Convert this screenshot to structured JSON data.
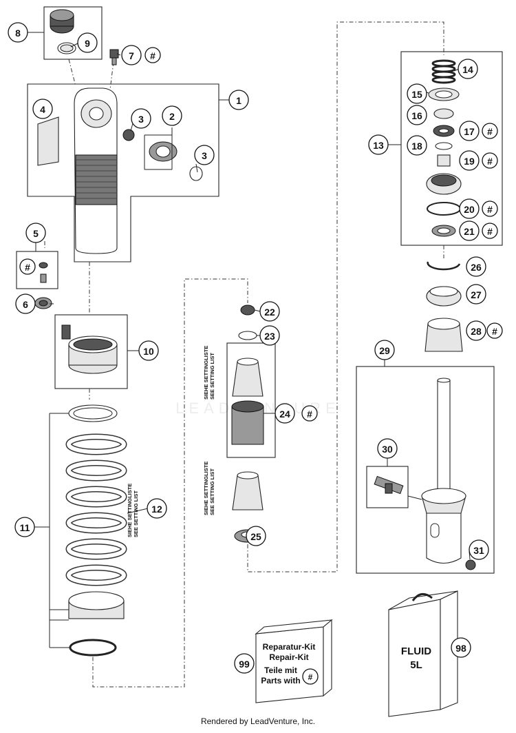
{
  "watermark": "LEADVENTURE",
  "footer": "Rendered by LeadVenture, Inc.",
  "notes": {
    "setting_list_de": "SIEHE SETTINGLISTE",
    "setting_list_en": "SEE SETTING LIST"
  },
  "kit": {
    "title_de": "Reparatur-Kit",
    "title_en": "Repair-Kit",
    "parts_de": "Teile mit",
    "parts_en": "Parts with",
    "hash": "#"
  },
  "fluid": {
    "line1": "FLUID",
    "line2": "5L"
  },
  "callouts": [
    {
      "label": "1"
    },
    {
      "label": "2"
    },
    {
      "label": "3"
    },
    {
      "label": "3"
    },
    {
      "label": "4"
    },
    {
      "label": "5"
    },
    {
      "label": "#"
    },
    {
      "label": "6"
    },
    {
      "label": "7"
    },
    {
      "label": "#"
    },
    {
      "label": "8"
    },
    {
      "label": "9"
    },
    {
      "label": "10"
    },
    {
      "label": "11"
    },
    {
      "label": "12"
    },
    {
      "label": "13"
    },
    {
      "label": "14"
    },
    {
      "label": "15"
    },
    {
      "label": "16"
    },
    {
      "label": "17"
    },
    {
      "label": "#"
    },
    {
      "label": "18"
    },
    {
      "label": "19"
    },
    {
      "label": "#"
    },
    {
      "label": "20"
    },
    {
      "label": "#"
    },
    {
      "label": "21"
    },
    {
      "label": "#"
    },
    {
      "label": "22"
    },
    {
      "label": "23"
    },
    {
      "label": "24"
    },
    {
      "label": "#"
    },
    {
      "label": "25"
    },
    {
      "label": "26"
    },
    {
      "label": "27"
    },
    {
      "label": "28"
    },
    {
      "label": "#"
    },
    {
      "label": "29"
    },
    {
      "label": "30"
    },
    {
      "label": "31"
    },
    {
      "label": "98"
    },
    {
      "label": "99"
    }
  ]
}
